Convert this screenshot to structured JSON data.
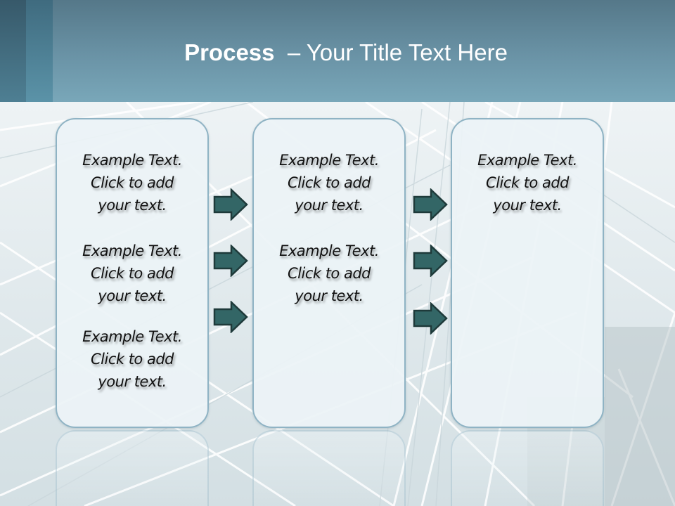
{
  "slide": {
    "title_bold": "Process ",
    "title_rest": " – Your Title Text Here"
  },
  "columns": [
    {
      "blocks": [
        {
          "line1": "Example Text.",
          "line2": "Click  to add",
          "line3": "your text."
        },
        {
          "line1": "Example Text.",
          "line2": "Click  to add",
          "line3": "your text."
        },
        {
          "line1": "Example Text.",
          "line2": "Click  to add",
          "line3": "your text."
        }
      ]
    },
    {
      "blocks": [
        {
          "line1": "Example Text.",
          "line2": "Click  to add",
          "line3": "your text."
        },
        {
          "line1": "Example Text.",
          "line2": "Click  to add",
          "line3": "your text."
        }
      ]
    },
    {
      "blocks": [
        {
          "line1": "Example Text.",
          "line2": "Click  to add",
          "line3": "your text."
        }
      ]
    }
  ],
  "arrows": {
    "icon": "right-arrow-icon",
    "fill": "#336666",
    "stroke": "#1e3a3a",
    "count_per_gap": 3
  },
  "colors": {
    "header_top": "#557889",
    "header_bottom": "#79a7b9",
    "box_border": "#8fb3c4",
    "box_fill": "#ecf3f6",
    "title_text": "#ffffff"
  }
}
